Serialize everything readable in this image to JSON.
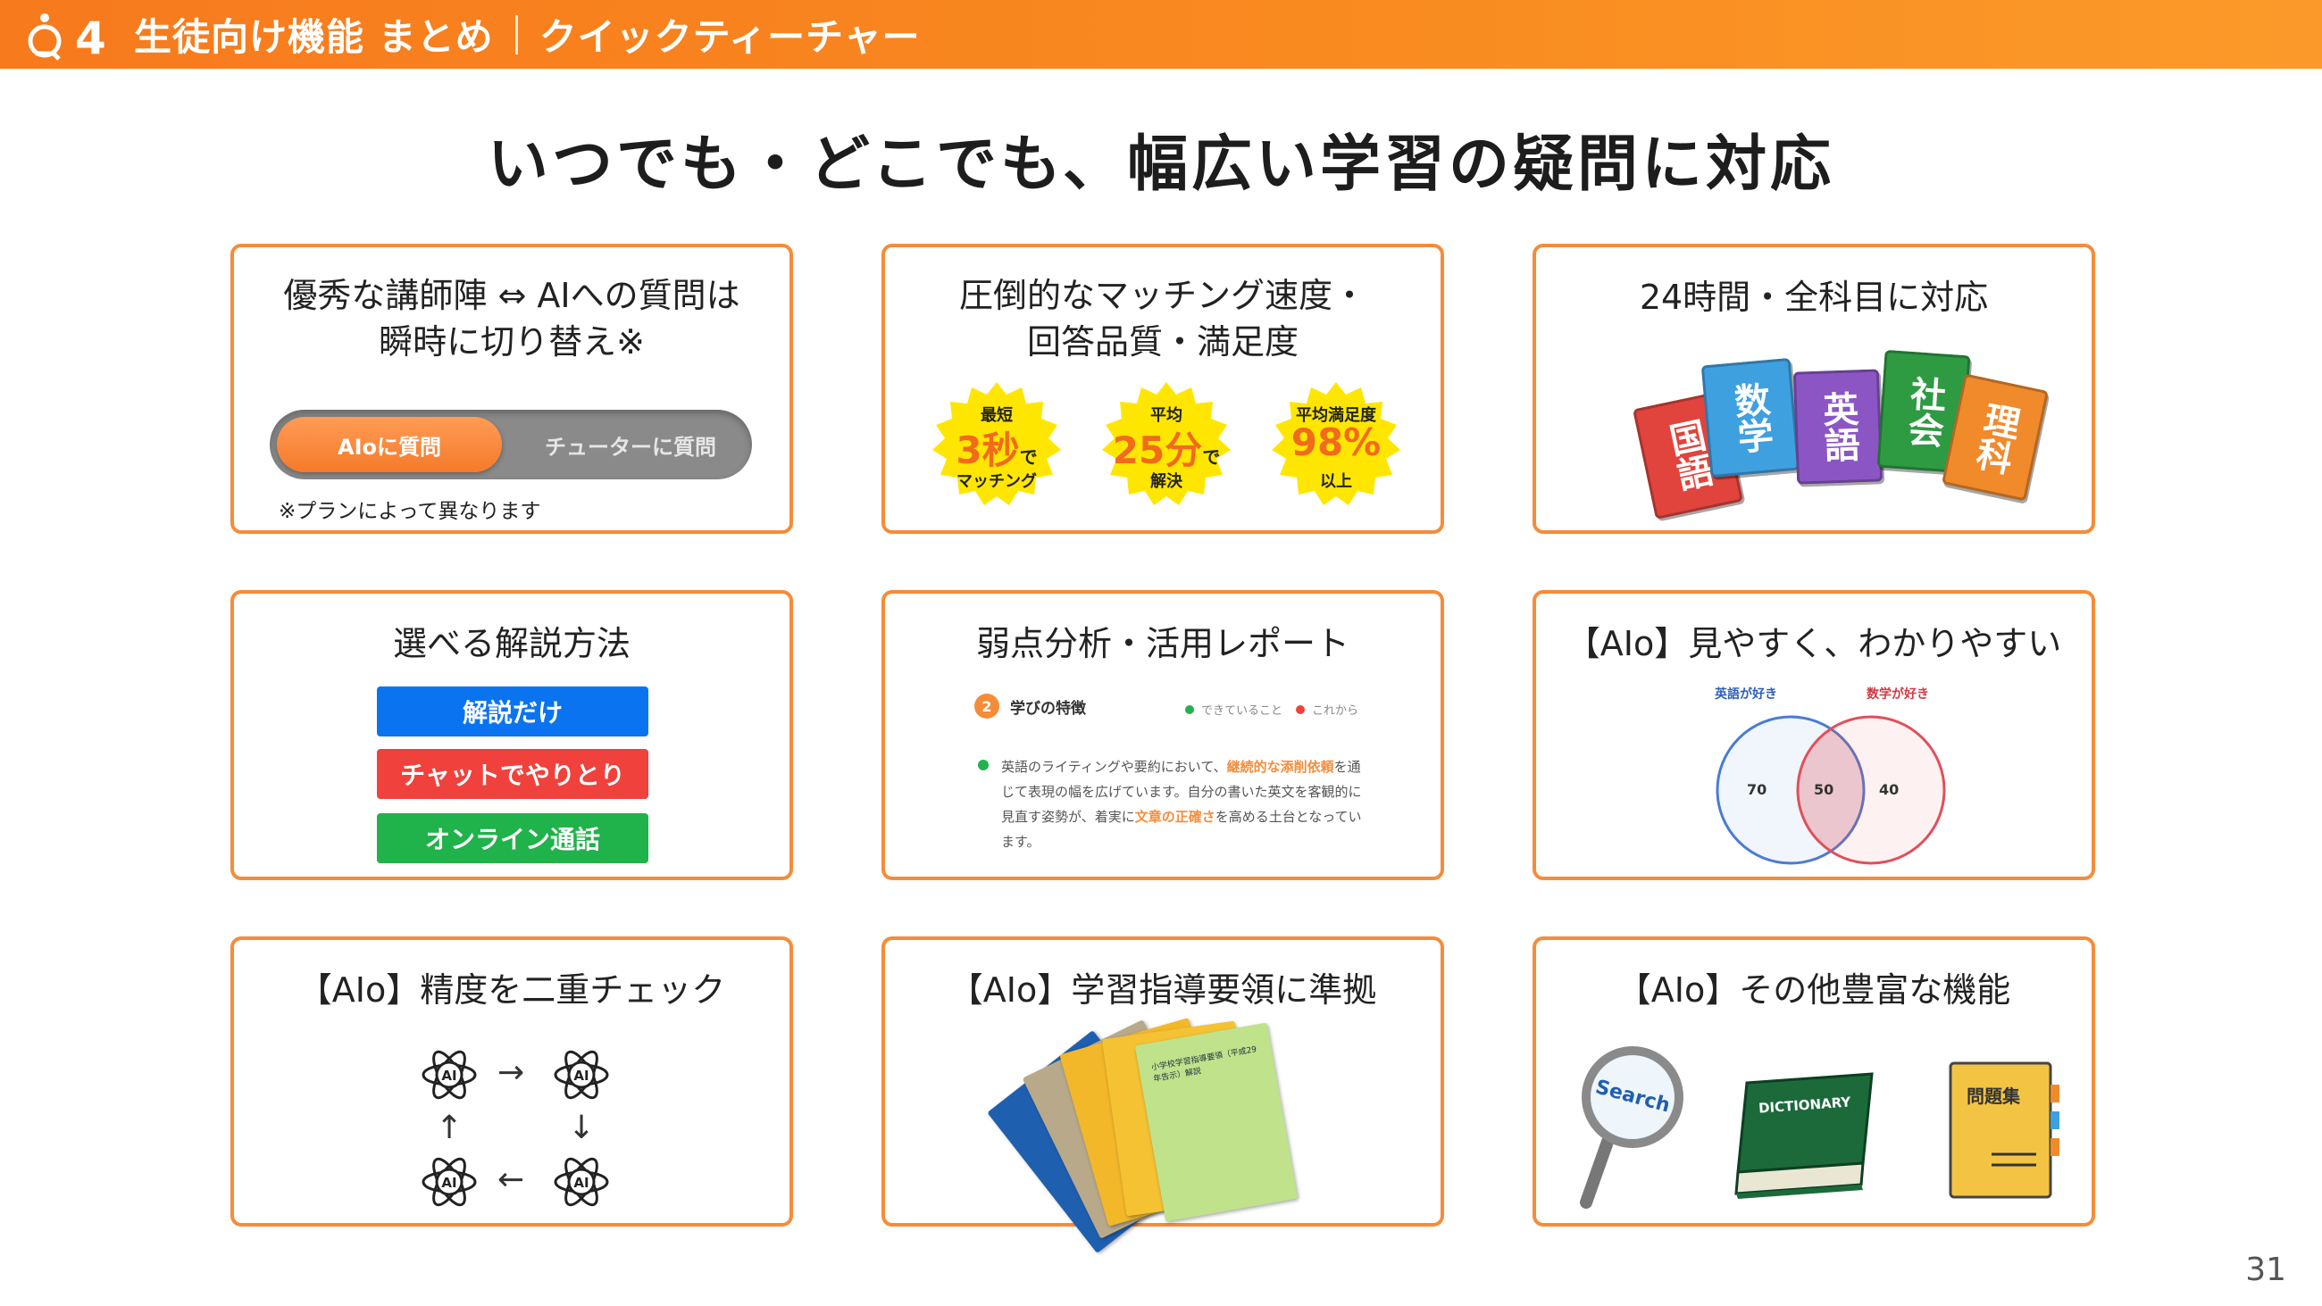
{
  "header": {
    "title": "生徒向け機能 まとめ",
    "subtitle": "クイックティーチャー"
  },
  "main_title": "いつでも・どこでも、幅広い学習の疑問に対応",
  "page_number": "31",
  "colors": {
    "accent": "#f58c3a",
    "header": "#f98b20"
  },
  "cards": {
    "teacher_ai": {
      "title_line1": "優秀な講師陣 ⇔ AIへの質問は",
      "title_line2": "瞬時に切り替え※",
      "toggle_on": "AIoに質問",
      "toggle_off": "チューターに質問",
      "footnote": "※プランによって異なります"
    },
    "matching": {
      "title_line1": "圧倒的なマッチング速度・",
      "title_line2": "回答品質・満足度",
      "badges": [
        {
          "top": "最短",
          "num": "3秒",
          "suffix": "で",
          "bottom": "マッチング"
        },
        {
          "top": "平均",
          "num": "25分",
          "suffix": "で",
          "bottom": "解決"
        },
        {
          "top": "平均満足度",
          "num": "98%",
          "suffix": "",
          "bottom": "以上"
        }
      ]
    },
    "allday": {
      "title": "24時間・全科目に対応",
      "books": [
        "国語",
        "数学",
        "英語",
        "社会",
        "理科"
      ]
    },
    "explanation": {
      "title": "選べる解説方法",
      "options": [
        "解説だけ",
        "チャットでやりとり",
        "オンライン通話"
      ]
    },
    "report": {
      "title": "弱点分析・活用レポート",
      "section_num": "2",
      "section_title": "学びの特徴",
      "legend_can": "できていること",
      "legend_next": "これから",
      "body_before": "英語のライティングや要約において、",
      "body_hl1": "継続的な添削依頼",
      "body_mid": "を通じて表現の幅を広げています。自分の書いた英文を客観的に見直す姿勢が、着実に",
      "body_hl2": "文章の正確さ",
      "body_after": "を高める土台となっています。"
    },
    "venn": {
      "title": "【AIo】見やすく、わかりやすい",
      "left_label": "英語が好き",
      "right_label": "数学が好き",
      "values": [
        "70",
        "50",
        "40"
      ]
    },
    "precision": {
      "title": "【AIo】精度を二重チェック",
      "node_label": "AI",
      "arrows": [
        "→",
        "↓",
        "←",
        "↑"
      ]
    },
    "guidelines": {
      "title": "【AIo】学習指導要領に準拠",
      "doc_label": "小学校学習指導要領（平成29年告示）解説"
    },
    "other": {
      "title": "【AIo】その他豊富な機能",
      "search_word": "Search",
      "dictionary_word": "DICTIONARY",
      "workbook_word": "問題集"
    }
  }
}
